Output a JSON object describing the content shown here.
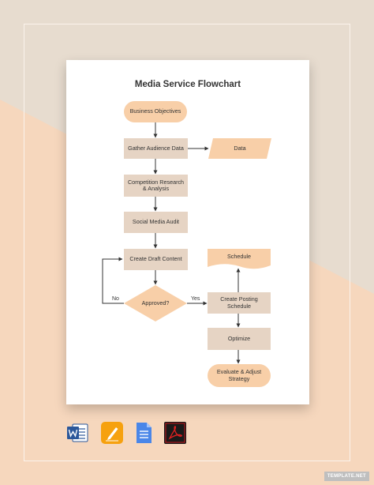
{
  "document": {
    "title": "Media Service Flowchart"
  },
  "flowchart": {
    "nodes": {
      "business_objectives": "Business Objectives",
      "gather_audience_data": "Gather Audience Data",
      "data": "Data",
      "competition_research": "Competition Research & Analysis",
      "social_media_audit": "Social Media Audit",
      "create_draft_content": "Create Draft Content",
      "approved": "Approved?",
      "create_posting_schedule": "Create Posting Schedule",
      "schedule": "Schedule",
      "optimize": "Optimize",
      "evaluate_adjust": "Evaluate & Adjust Strategy"
    },
    "edge_labels": {
      "yes": "Yes",
      "no": "No"
    }
  },
  "formats": [
    {
      "name": "Microsoft Word",
      "icon": "word-icon"
    },
    {
      "name": "Apple Pages",
      "icon": "pages-icon"
    },
    {
      "name": "Google Docs",
      "icon": "google-docs-icon"
    },
    {
      "name": "Adobe PDF",
      "icon": "pdf-icon"
    }
  ],
  "watermark": "TEMPLATE.NET",
  "colors": {
    "bg_light": "#e7dccf",
    "bg_peach": "#f6d7bd",
    "shape_orange": "#f8cfa8",
    "shape_tan": "#e6d4c4",
    "line": "#333333"
  }
}
